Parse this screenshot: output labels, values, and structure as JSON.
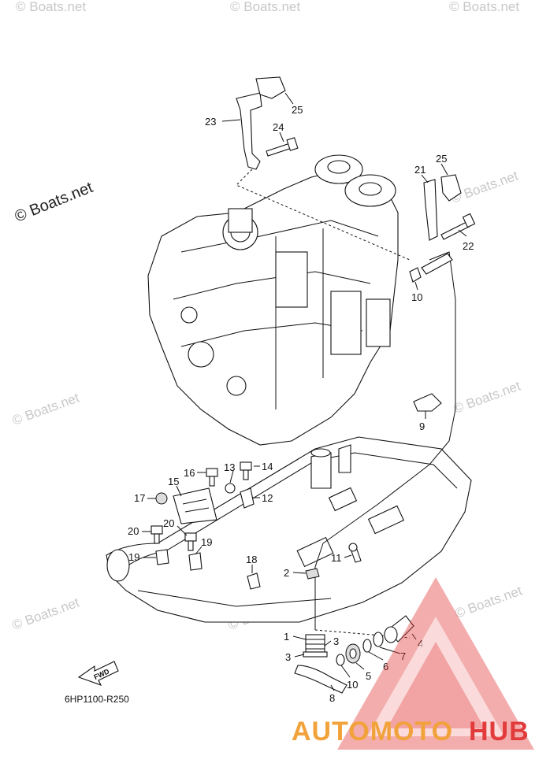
{
  "watermarks": {
    "main": "© Boats.net",
    "small": "© Boats.net"
  },
  "diagram_code": "6HP1100-R250",
  "fwd_label": "FWD",
  "brand": {
    "part1": "AUTOMOTO",
    "part2": "HUB",
    "color1": "#f2a23a",
    "color2": "#e23b3b"
  },
  "callouts": {
    "c1": "1",
    "c2": "2",
    "c3a": "3",
    "c3b": "3",
    "c4": "4",
    "c5": "5",
    "c6": "6",
    "c7": "7",
    "c8": "8",
    "c9": "9",
    "c10a": "10",
    "c10b": "10",
    "c11": "11",
    "c12": "12",
    "c13": "13",
    "c14": "14",
    "c15": "15",
    "c16": "16",
    "c17": "17",
    "c18": "18",
    "c19a": "19",
    "c19b": "19",
    "c20a": "20",
    "c20b": "20",
    "c21": "21",
    "c22": "22",
    "c23": "23",
    "c24": "24",
    "c25a": "25",
    "c25b": "25"
  }
}
